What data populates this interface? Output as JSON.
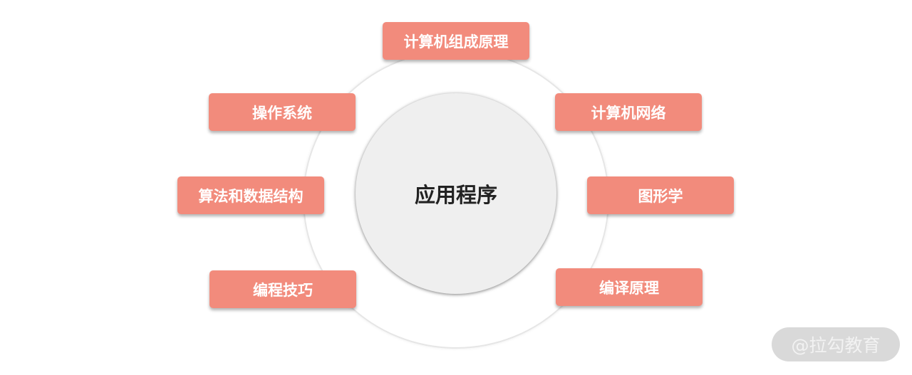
{
  "center": "应用程序",
  "topics": [
    {
      "label": "计算机组成原理"
    },
    {
      "label": "操作系统"
    },
    {
      "label": "计算机网络"
    },
    {
      "label": "算法和数据结构"
    },
    {
      "label": "图形学"
    },
    {
      "label": "编程技巧"
    },
    {
      "label": "编译原理"
    }
  ],
  "watermark": "@拉勾教育",
  "colors": {
    "box": "#f28b7c",
    "center": "#efefef"
  }
}
